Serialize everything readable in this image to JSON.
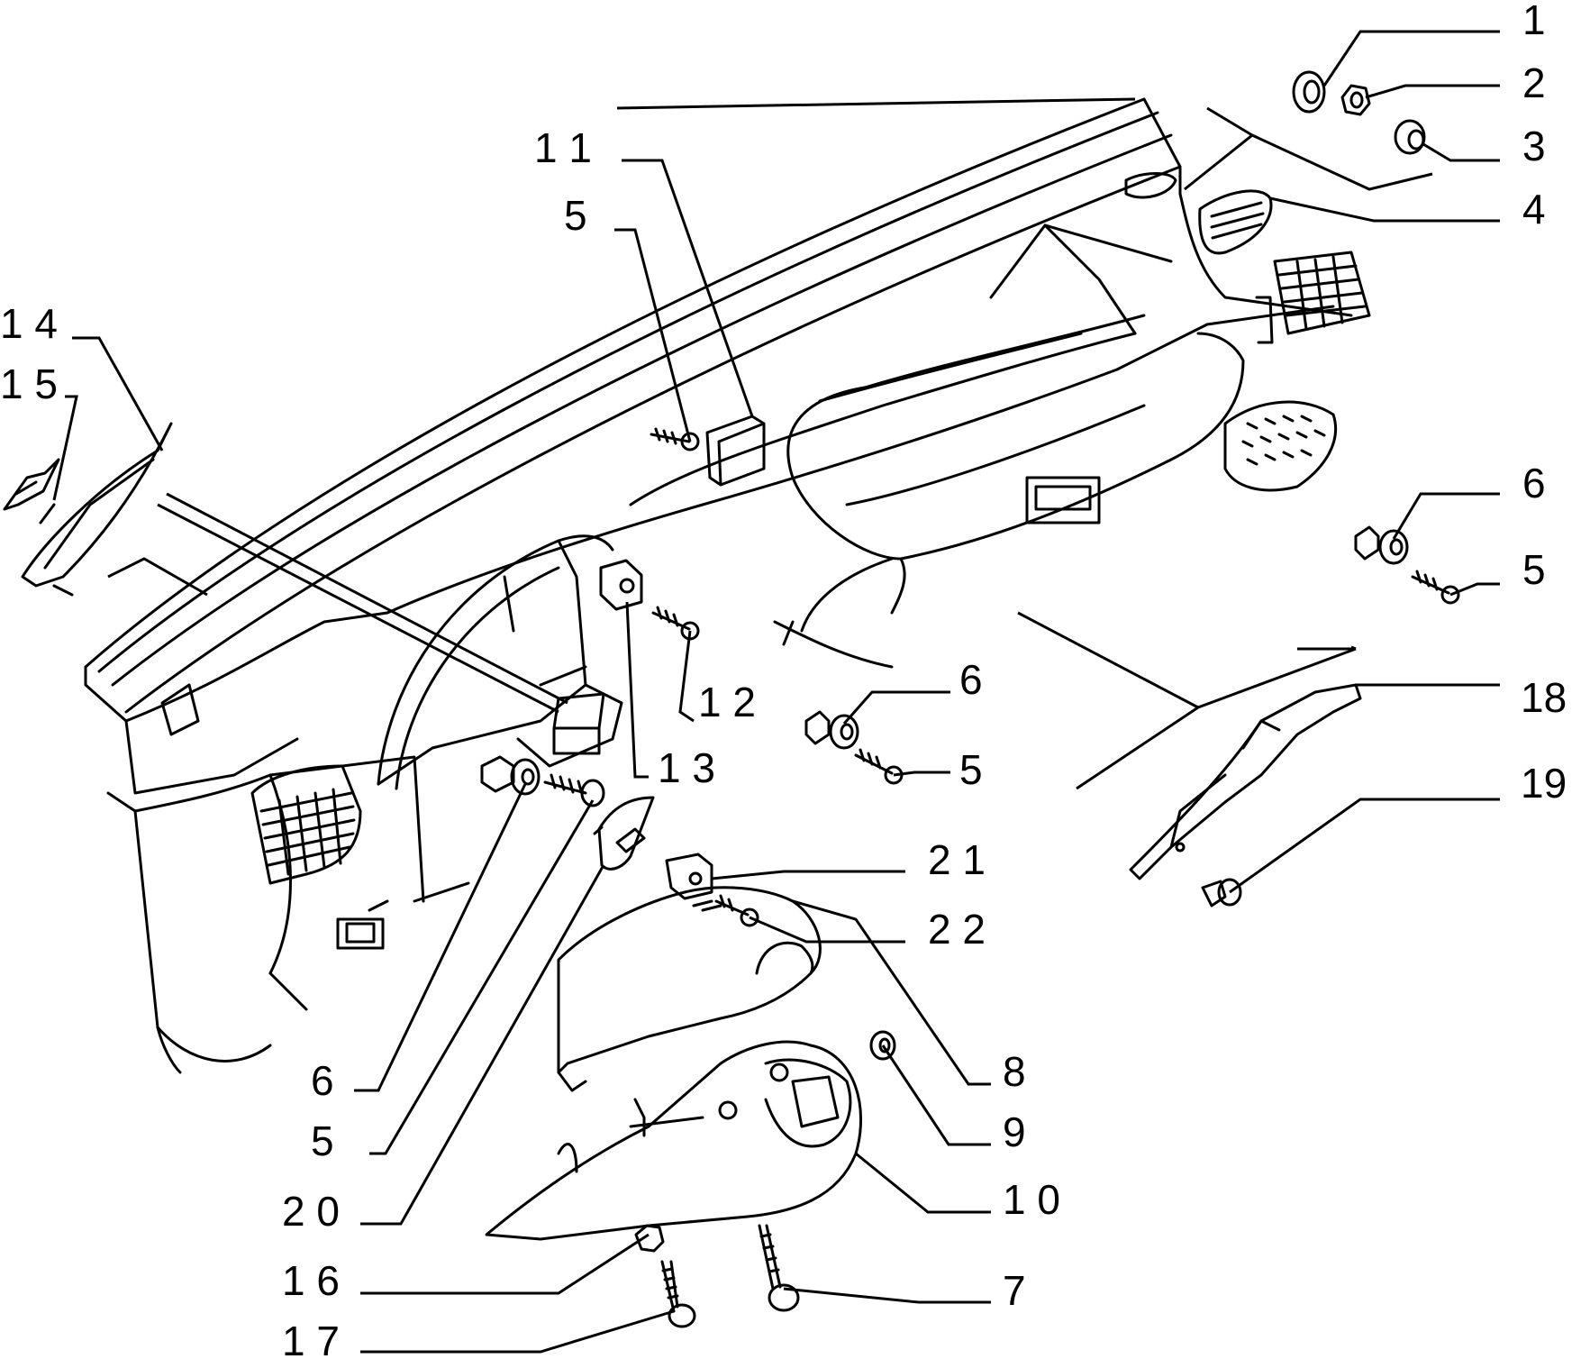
{
  "colors": {
    "ink": "#000000",
    "paper": "#ffffff"
  },
  "labels": {
    "p1": "1",
    "p2": "2",
    "p3": "3",
    "p4": "4",
    "p5_top": "5",
    "p11": "1 1",
    "p14": "1 4",
    "p15": "1 5",
    "p6_right": "6",
    "p5_right": "5",
    "p6_mid": "6",
    "p5_mid": "5",
    "p12": "1 2",
    "p13": "1 3",
    "p18": "18",
    "p19": "19",
    "p21": "2 1",
    "p22": "2 2",
    "p8": "8",
    "p9": "9",
    "p10": "1 0",
    "p6_low": "6",
    "p5_low": "5",
    "p20": "2 0",
    "p16": "1 6",
    "p7": "7",
    "p17": "1 7"
  }
}
